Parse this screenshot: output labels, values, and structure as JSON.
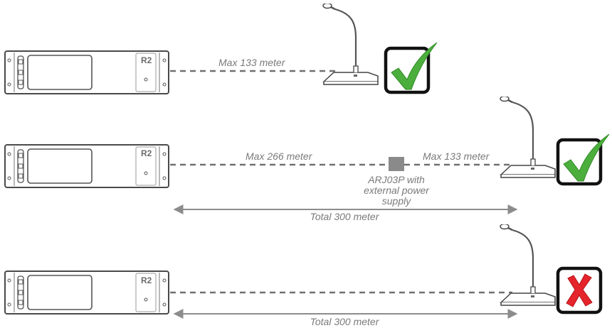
{
  "unit_label": "R2",
  "scenarios": [
    {
      "cable_label": "Max 133 meter",
      "status": "ok",
      "status_icon": "green-checkmark-icon",
      "accent": "#4cae3c"
    },
    {
      "cable_label_left": "Max 266 meter",
      "cable_label_right": "Max 133 meter",
      "repeater_note": [
        "ARJ03P with",
        "external power",
        "supply"
      ],
      "total_label": "Total 300 meter",
      "status": "ok",
      "status_icon": "green-checkmark-icon",
      "accent": "#4cae3c"
    },
    {
      "total_label": "Total 300 meter",
      "status": "not-allowed",
      "status_icon": "red-cross-icon",
      "accent": "#e5242b"
    }
  ]
}
